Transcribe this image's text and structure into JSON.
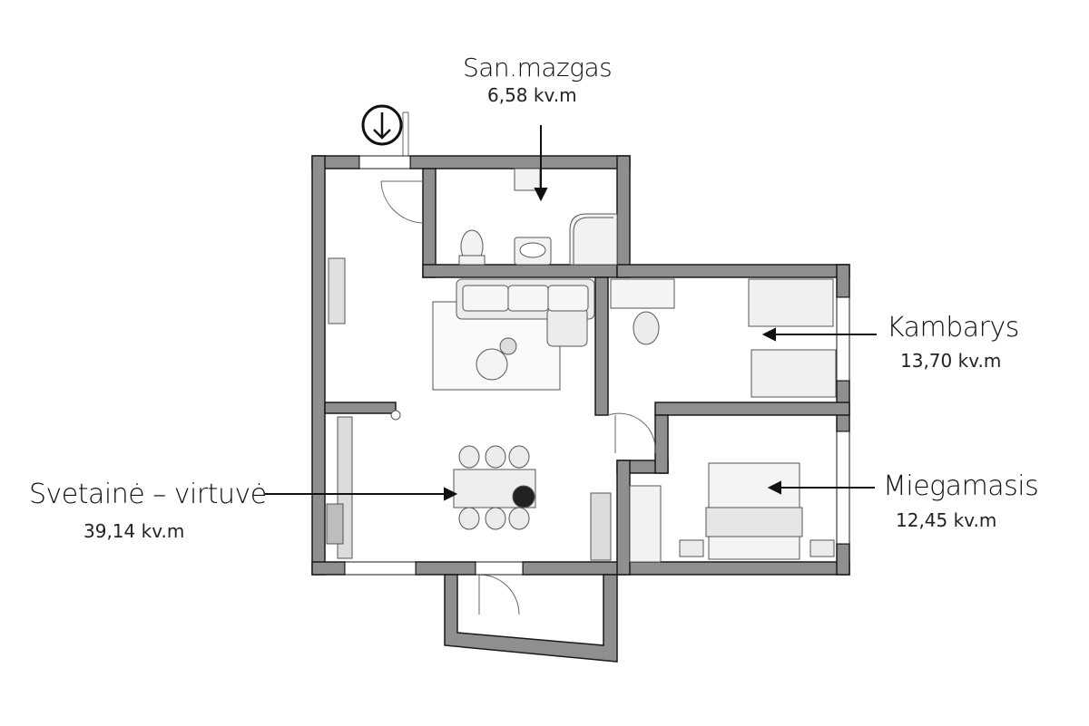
{
  "rooms": [
    {
      "id": "san-mazgas",
      "name": "San.mazgas",
      "area": "6,58 kv.m"
    },
    {
      "id": "kambarys",
      "name": "Kambarys",
      "area": "13,70 kv.m"
    },
    {
      "id": "miegamasis",
      "name": "Miegamasis",
      "area": "12,45 kv.m"
    },
    {
      "id": "svetaine-virtuve",
      "name": "Svetainė – virtuvė",
      "area": "39,14 kv.m"
    }
  ],
  "entrance_icon": "down-arrow-in-circle-icon",
  "colors": {
    "wall": "#8f8f8f",
    "wall_stroke": "#1a1a1a",
    "floor": "#ffffff",
    "furniture": "#e9e9e9",
    "furniture_stroke": "#555555",
    "label": "#111111"
  }
}
